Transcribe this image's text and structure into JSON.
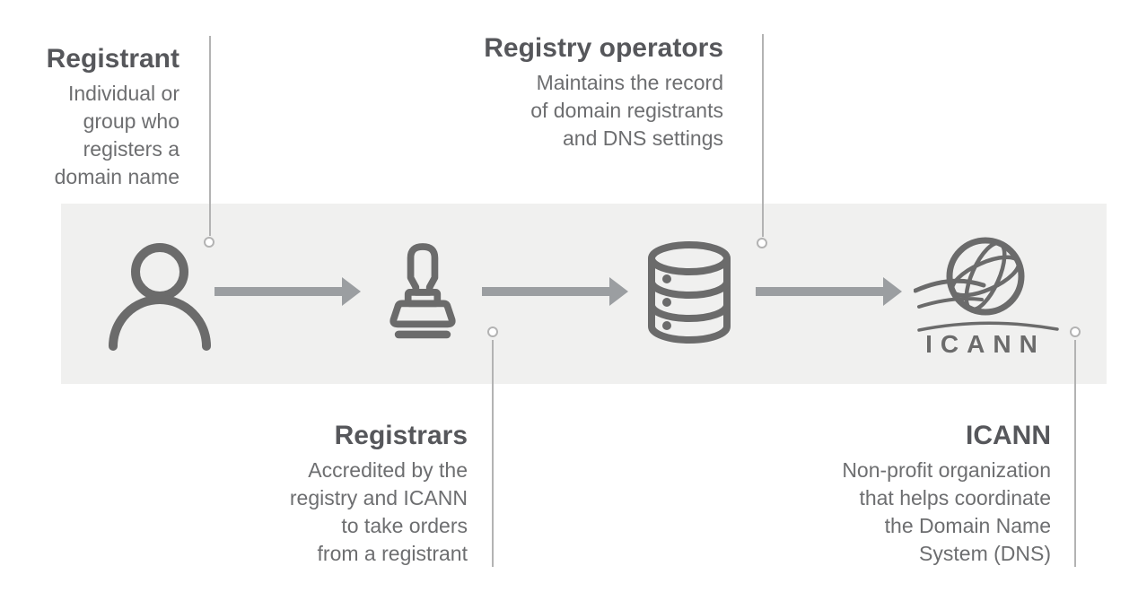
{
  "colors": {
    "page_bg": "#ffffff",
    "band_bg": "#f0f0ef",
    "icon_gray": "#6b6b6b",
    "arrow_gray": "#9b9ea1",
    "connector_gray": "#b3b3b3",
    "title_gray": "#56575b",
    "body_gray": "#6d6e70"
  },
  "icann_wordmark": "ICANN",
  "nodes": [
    {
      "id": "registrant",
      "title": "Registrant",
      "icon": "person-icon",
      "lines": [
        "Individual or",
        "group who",
        "registers a",
        "domain name"
      ]
    },
    {
      "id": "registrars",
      "title": "Registrars",
      "icon": "stamp-icon",
      "lines": [
        "Accredited by the",
        "registry and ICANN",
        "to take orders",
        "from a registrant"
      ]
    },
    {
      "id": "registry-operators",
      "title": "Registry operators",
      "icon": "database-icon",
      "lines": [
        "Maintains the record",
        "of domain registrants",
        "and DNS settings"
      ]
    },
    {
      "id": "icann",
      "title": "ICANN",
      "icon": "icann-logo",
      "lines": [
        "Non-profit organization",
        "that helps coordinate",
        "the Domain Name",
        "System (DNS)"
      ]
    }
  ]
}
